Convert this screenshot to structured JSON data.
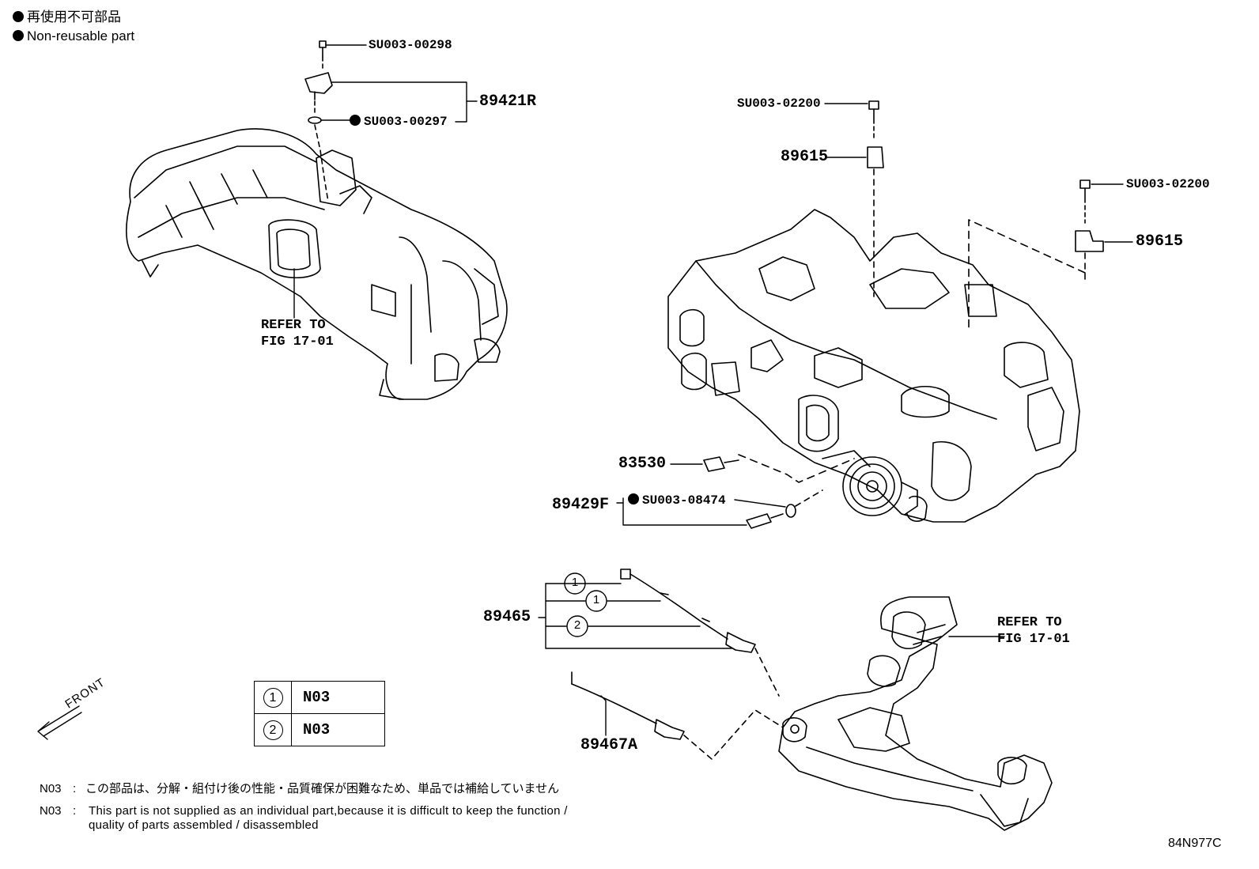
{
  "legend": {
    "line1": "再使用不可部品",
    "line2": "Non-reusable part"
  },
  "parts": {
    "p_su00298": "SU003-00298",
    "p_89421R": "89421R",
    "p_su00297": "SU003-00297",
    "p_su02200_a": "SU003-02200",
    "p_89615_a": "89615",
    "p_su02200_b": "SU003-02200",
    "p_89615_b": "89615",
    "p_83530": "83530",
    "p_su08474": "SU003-08474",
    "p_89429F": "89429F",
    "p_89465": "89465",
    "p_89467A": "89467A"
  },
  "refs": {
    "ref1": "REFER TO\nFIG 17-01",
    "ref2": "REFER TO\nFIG 17-01"
  },
  "circles": {
    "a": "1",
    "b": "1",
    "c": "2"
  },
  "front": "FRONT",
  "note_table": [
    {
      "num": "1",
      "code": "N03"
    },
    {
      "num": "2",
      "code": "N03"
    }
  ],
  "notes": {
    "jp_code": "N03",
    "jp_text": "この部品は、分解・組付け後の性能・品質確保が困難なため、単品では補給していません",
    "en_code": "N03",
    "en_line1": "This part is not supplied as an individual part,because it is difficult to keep the function /",
    "en_line2": "quality of parts assembled / disassembled"
  },
  "figure_id": "84N977C"
}
